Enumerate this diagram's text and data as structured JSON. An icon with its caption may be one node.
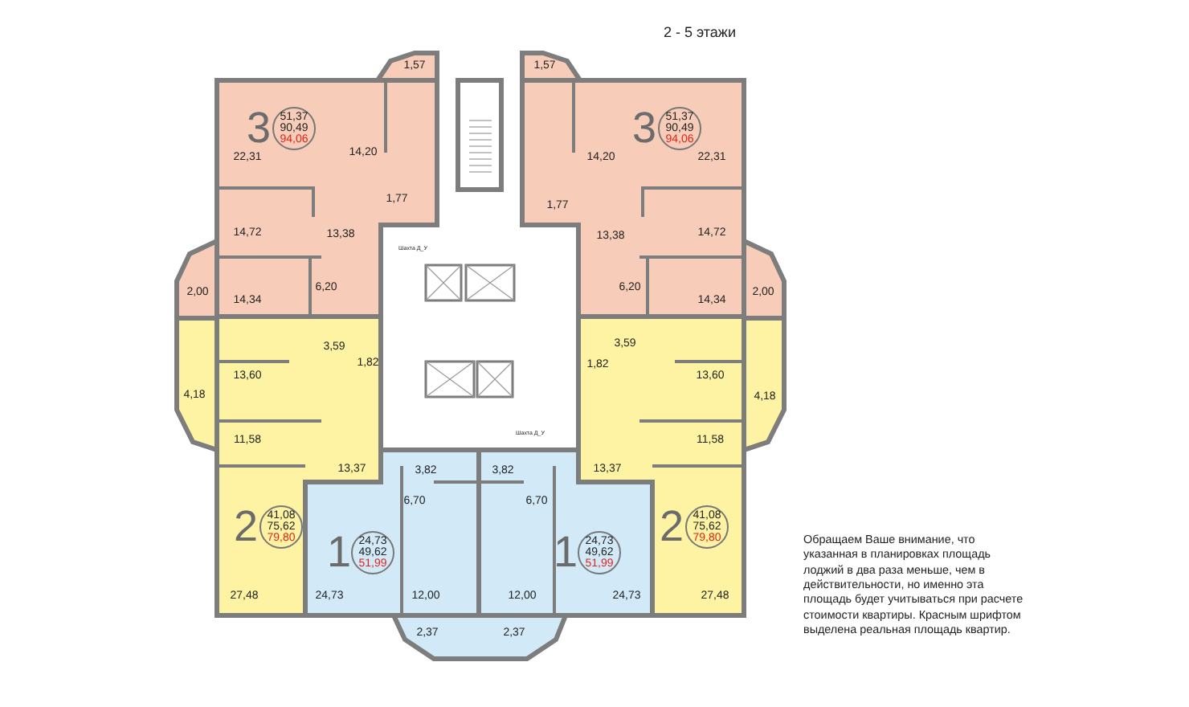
{
  "diagram": {
    "title": "2 - 5 этажи",
    "labels": [
      "1,57",
      "1,57",
      "3",
      "51,37",
      "90,49",
      "94,06",
      "3",
      "51,37",
      "90,49",
      "94,06",
      "22,31",
      "14,20",
      "14,20",
      "22,31",
      "1,77",
      "1,77",
      "14,72",
      "13,38",
      "13,38",
      "14,72",
      "Шахта Д_У",
      "2,00",
      "6,20",
      "14,34",
      "6,20",
      "14,34",
      "2,00",
      "3,59",
      "3,59",
      "1,82",
      "1,82",
      "13,60",
      "13,60",
      "4,18",
      "4,18",
      "11,58",
      "11,58",
      "Шахта Д_У",
      "13,37",
      "3,82",
      "3,82",
      "13,37",
      "6,70",
      "6,70",
      "2",
      "41,08",
      "75,62",
      "79,80",
      "1",
      "24,73",
      "49,62",
      "51,99",
      "1",
      "24,73",
      "49,62",
      "51,99",
      "2",
      "41,08",
      "75,62",
      "79,80",
      "27,48",
      "24,73",
      "12,00",
      "12,00",
      "24,73",
      "27,48",
      "2,37",
      "2,37",
      "Обращаем Ваше внимание, что указанная в планировках площадь лоджий в два раза меньше, чем в действительности, но именно эта площадь будет учитываться при расчете стоимости квартиры. Красным шрифтом выделена реальная площадь квартир."
    ]
  }
}
